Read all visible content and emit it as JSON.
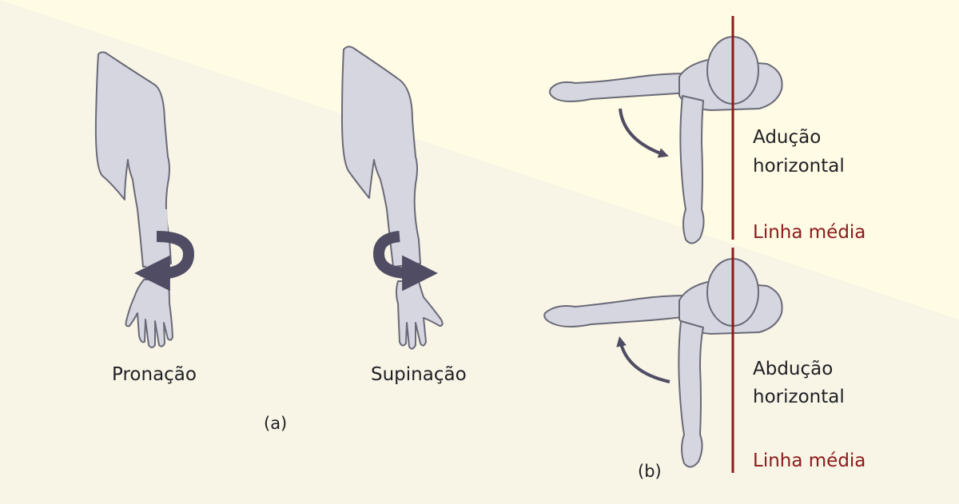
{
  "colors": {
    "background": "#f8f4e6",
    "background_diagonal": "#fffbe4",
    "body_fill": "#d6d6e0",
    "outline": "#6a6a78",
    "arrow": "#4f4c63",
    "midline": "#8b1a1a",
    "text": "#1f1f24"
  },
  "panel_a": {
    "label": "(a)",
    "pronation": {
      "caption": "Pronação",
      "arrow_direction": "left",
      "icon": "curved-rotation-arrow-icon"
    },
    "supination": {
      "caption": "Supinação",
      "arrow_direction": "right",
      "icon": "curved-rotation-arrow-icon"
    }
  },
  "panel_b": {
    "label": "(b)",
    "top": {
      "title_line1": "Adução",
      "title_line2": "horizontal",
      "midline_label": "Linha média",
      "arrow_direction": "down",
      "icon": "curved-arrow-icon"
    },
    "bottom": {
      "title_line1": "Abdução",
      "title_line2": "horizontal",
      "midline_label": "Linha média",
      "arrow_direction": "up",
      "icon": "curved-arrow-icon"
    }
  }
}
